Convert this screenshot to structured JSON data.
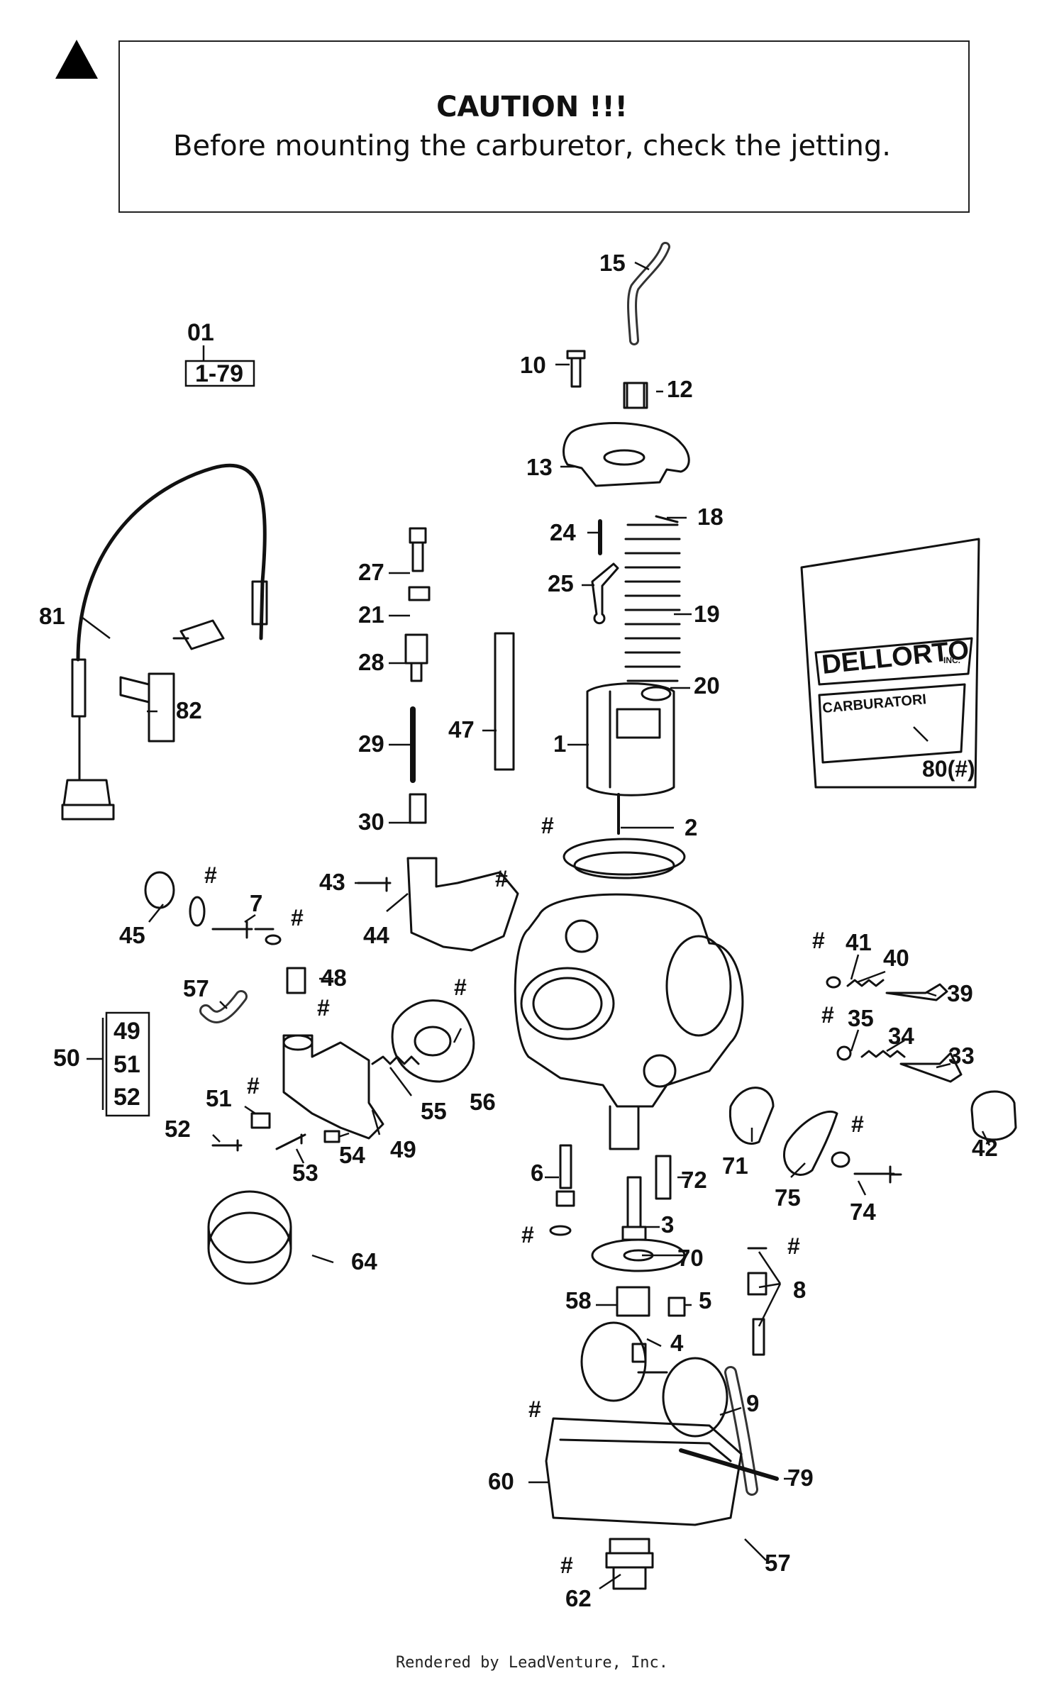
{
  "caution": {
    "title": "CAUTION !!!",
    "text": "Before mounting the carburetor, check the jetting."
  },
  "footer": "Rendered by LeadVenture, Inc.",
  "kit_label": {
    "top": "01",
    "range": "1-79"
  },
  "group_box": {
    "label": "50",
    "items": [
      "49",
      "51",
      "52"
    ]
  },
  "bag": {
    "brand": "DELLORTO",
    "sub": "CARBURATORI",
    "inc": "INC.",
    "label": "80(#)"
  },
  "callouts": [
    "15",
    "10",
    "12",
    "13",
    "18",
    "24",
    "19",
    "25",
    "20",
    "1",
    "2",
    "27",
    "21",
    "28",
    "29",
    "30",
    "47",
    "81",
    "82",
    "43",
    "44",
    "45",
    "7",
    "48",
    "57",
    "56",
    "55",
    "49",
    "51",
    "52",
    "53",
    "54",
    "41",
    "40",
    "39",
    "35",
    "34",
    "33",
    "42",
    "71",
    "75",
    "74",
    "6",
    "72",
    "3",
    "70",
    "58",
    "5",
    "4",
    "9",
    "8",
    "60",
    "79",
    "62",
    "64"
  ]
}
